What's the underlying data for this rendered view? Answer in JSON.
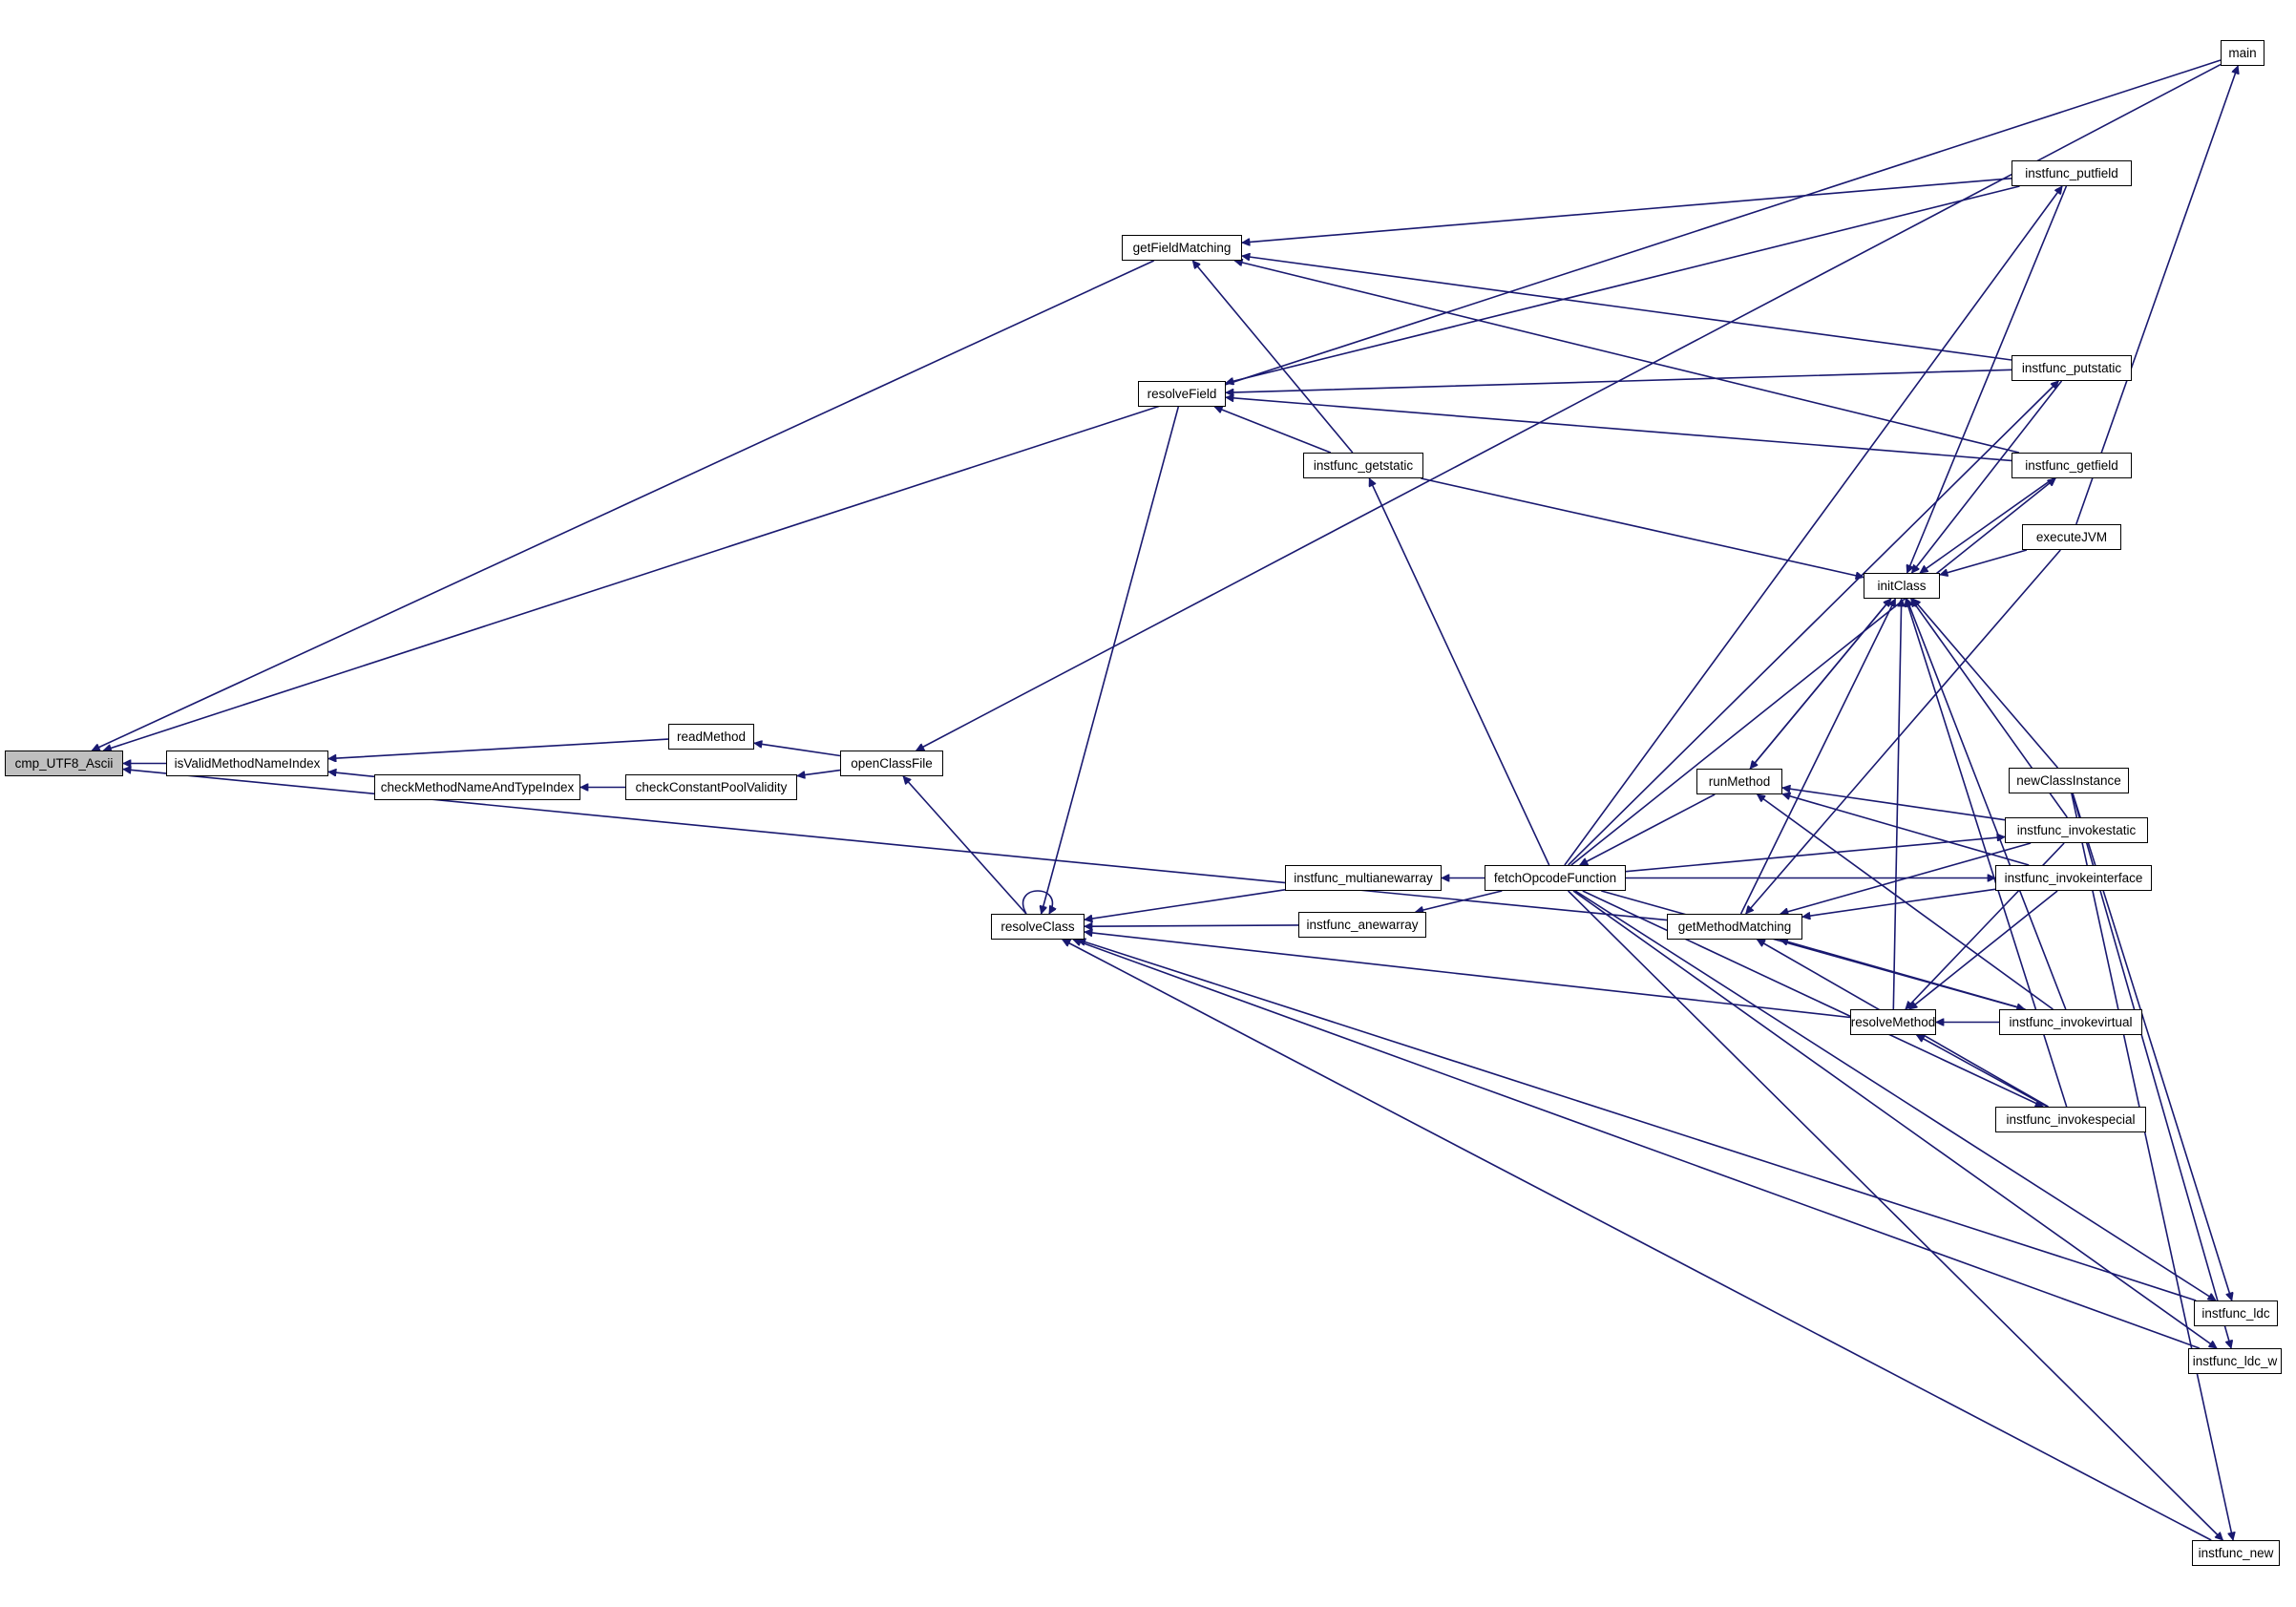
{
  "graph": {
    "root": "cmp_UTF8_Ascii",
    "nodes": [
      {
        "id": "cmp",
        "label": "cmp_UTF8_Ascii"
      },
      {
        "id": "isv",
        "label": "isValidMethodNameIndex"
      },
      {
        "id": "readm",
        "label": "readMethod"
      },
      {
        "id": "cmnt",
        "label": "checkMethodNameAndTypeIndex"
      },
      {
        "id": "ccpv",
        "label": "checkConstantPoolValidity"
      },
      {
        "id": "ocf",
        "label": "openClassFile"
      },
      {
        "id": "rc",
        "label": "resolveClass"
      },
      {
        "id": "gfm",
        "label": "getFieldMatching"
      },
      {
        "id": "rf",
        "label": "resolveField"
      },
      {
        "id": "igs",
        "label": "instfunc_getstatic"
      },
      {
        "id": "ima",
        "label": "instfunc_multianewarray"
      },
      {
        "id": "iaa",
        "label": "instfunc_anewarray"
      },
      {
        "id": "fof",
        "label": "fetchOpcodeFunction"
      },
      {
        "id": "gmm",
        "label": "getMethodMatching"
      },
      {
        "id": "rm",
        "label": "runMethod"
      },
      {
        "id": "ic",
        "label": "initClass"
      },
      {
        "id": "rsm",
        "label": "resolveMethod"
      },
      {
        "id": "main",
        "label": "main"
      },
      {
        "id": "ipf",
        "label": "instfunc_putfield"
      },
      {
        "id": "ips",
        "label": "instfunc_putstatic"
      },
      {
        "id": "igf",
        "label": "instfunc_getfield"
      },
      {
        "id": "ejvm",
        "label": "executeJVM"
      },
      {
        "id": "nci",
        "label": "newClassInstance"
      },
      {
        "id": "iis",
        "label": "instfunc_invokestatic"
      },
      {
        "id": "iii",
        "label": "instfunc_invokeinterface"
      },
      {
        "id": "iiv",
        "label": "instfunc_invokevirtual"
      },
      {
        "id": "iisp",
        "label": "instfunc_invokespecial"
      },
      {
        "id": "ildc",
        "label": "instfunc_ldc"
      },
      {
        "id": "ildcw",
        "label": "instfunc_ldc_w"
      },
      {
        "id": "inew",
        "label": "instfunc_new"
      }
    ],
    "edges": [
      [
        "isv",
        "cmp"
      ],
      [
        "gfm",
        "cmp"
      ],
      [
        "main",
        "cmp"
      ],
      [
        "gmm",
        "cmp"
      ],
      [
        "readm",
        "isv"
      ],
      [
        "cmnt",
        "isv"
      ],
      [
        "ccpv",
        "cmnt"
      ],
      [
        "ocf",
        "readm"
      ],
      [
        "ocf",
        "ccpv"
      ],
      [
        "main",
        "ocf"
      ],
      [
        "rc",
        "ocf"
      ],
      [
        "rc",
        "rc"
      ],
      [
        "rf",
        "rc"
      ],
      [
        "ima",
        "rc"
      ],
      [
        "iaa",
        "rc"
      ],
      [
        "rsm",
        "rc"
      ],
      [
        "ildc",
        "rc"
      ],
      [
        "ildcw",
        "rc"
      ],
      [
        "inew",
        "rc"
      ],
      [
        "fof",
        "ima"
      ],
      [
        "fof",
        "iaa"
      ],
      [
        "fof",
        "igs"
      ],
      [
        "ipf",
        "gfm"
      ],
      [
        "ips",
        "gfm"
      ],
      [
        "igf",
        "gfm"
      ],
      [
        "igs",
        "gfm"
      ],
      [
        "ipf",
        "rf"
      ],
      [
        "ips",
        "rf"
      ],
      [
        "igf",
        "rf"
      ],
      [
        "igs",
        "rf"
      ],
      [
        "igs",
        "ic"
      ],
      [
        "ipf",
        "ic"
      ],
      [
        "ips",
        "ic"
      ],
      [
        "igf",
        "ic"
      ],
      [
        "ejvm",
        "ic"
      ],
      [
        "rm",
        "ic"
      ],
      [
        "gmm",
        "ic"
      ],
      [
        "rsm",
        "ic"
      ],
      [
        "nci",
        "ic"
      ],
      [
        "iis",
        "ic"
      ],
      [
        "iisp",
        "ic"
      ],
      [
        "iiv",
        "ic"
      ],
      [
        "ejvm",
        "main"
      ],
      [
        "fof",
        "ipf"
      ],
      [
        "fof",
        "ips"
      ],
      [
        "fof",
        "igf"
      ],
      [
        "rm",
        "fof"
      ],
      [
        "iis",
        "rm"
      ],
      [
        "iii",
        "rm"
      ],
      [
        "iiv",
        "rm"
      ],
      [
        "ic",
        "rm"
      ],
      [
        "fof",
        "iis"
      ],
      [
        "fof",
        "iii"
      ],
      [
        "fof",
        "iiv"
      ],
      [
        "fof",
        "iisp"
      ],
      [
        "fof",
        "ildc"
      ],
      [
        "fof",
        "ildcw"
      ],
      [
        "fof",
        "inew"
      ],
      [
        "iii",
        "gmm"
      ],
      [
        "iis",
        "gmm"
      ],
      [
        "iiv",
        "gmm"
      ],
      [
        "iisp",
        "gmm"
      ],
      [
        "ejvm",
        "gmm"
      ],
      [
        "iiv",
        "rsm"
      ],
      [
        "iisp",
        "rsm"
      ],
      [
        "iii",
        "rsm"
      ],
      [
        "iis",
        "rsm"
      ],
      [
        "nci",
        "ildc"
      ],
      [
        "nci",
        "ildcw"
      ],
      [
        "nci",
        "inew"
      ]
    ]
  }
}
